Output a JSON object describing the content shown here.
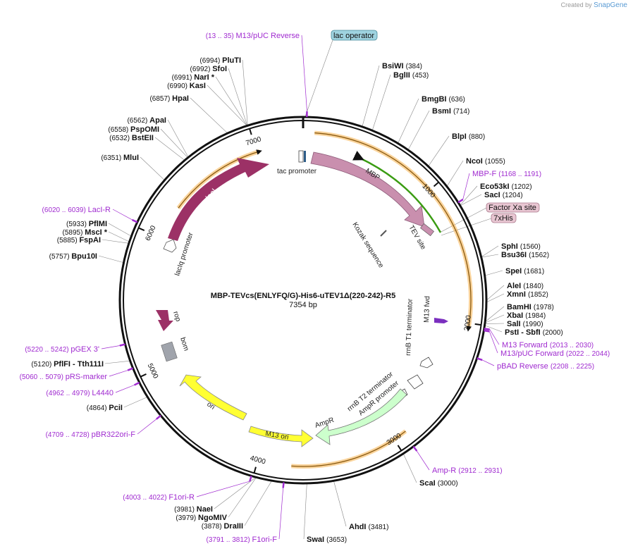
{
  "credit": {
    "prefix": "Created by",
    "brand": "SnapGene"
  },
  "plasmid": {
    "name": "MBP-TEVcs(ENLYFQ/G)-His6-uTEV1Δ(220-242)-R5",
    "length": 7354,
    "length_label": "7354 bp"
  },
  "ticks": [
    1000,
    2000,
    3000,
    4000,
    5000,
    6000,
    7000
  ],
  "sites": [
    {
      "name": "PluTI",
      "pos": "(6994)",
      "loc": 6994
    },
    {
      "name": "SfoI",
      "pos": "(6992)",
      "loc": 6992
    },
    {
      "name": "NarI *",
      "pos": "(6991)",
      "loc": 6991
    },
    {
      "name": "KasI",
      "pos": "(6990)",
      "loc": 6990
    },
    {
      "name": "HpaI",
      "pos": "(6857)",
      "loc": 6857
    },
    {
      "name": "ApaI",
      "pos": "(6562)",
      "loc": 6562
    },
    {
      "name": "PspOMI",
      "pos": "(6558)",
      "loc": 6558
    },
    {
      "name": "BstEII",
      "pos": "(6532)",
      "loc": 6532
    },
    {
      "name": "MluI",
      "pos": "(6351)",
      "loc": 6351
    },
    {
      "name": "PflMI",
      "pos": "(5933)",
      "loc": 5933
    },
    {
      "name": "MscI *",
      "pos": "(5895)",
      "loc": 5895
    },
    {
      "name": "FspAI",
      "pos": "(5885)",
      "loc": 5885
    },
    {
      "name": "Bpu10I",
      "pos": "(5757)",
      "loc": 5757
    },
    {
      "name": "PflFI - Tth111I",
      "pos": "(5120)",
      "loc": 5120
    },
    {
      "name": "PciI",
      "pos": "(4864)",
      "loc": 4864
    },
    {
      "name": "NaeI",
      "pos": "(3981)",
      "loc": 3981
    },
    {
      "name": "NgoMIV",
      "pos": "(3979)",
      "loc": 3979
    },
    {
      "name": "DraIII",
      "pos": "(3878)",
      "loc": 3878
    },
    {
      "name": "SwaI",
      "pos": "(3653)",
      "loc": 3653
    },
    {
      "name": "AhdI",
      "pos": "(3481)",
      "loc": 3481
    },
    {
      "name": "ScaI",
      "pos": "(3000)",
      "loc": 3000
    },
    {
      "name": "BsiWI",
      "pos": "(384)",
      "loc": 384
    },
    {
      "name": "BglII",
      "pos": "(453)",
      "loc": 453
    },
    {
      "name": "BmgBI",
      "pos": "(636)",
      "loc": 636
    },
    {
      "name": "BsmI",
      "pos": "(714)",
      "loc": 714
    },
    {
      "name": "BlpI",
      "pos": "(880)",
      "loc": 880
    },
    {
      "name": "NcoI",
      "pos": "(1055)",
      "loc": 1055
    },
    {
      "name": "Eco53kI",
      "pos": "(1202)",
      "loc": 1202
    },
    {
      "name": "SacI",
      "pos": "(1204)",
      "loc": 1204
    },
    {
      "name": "SphI",
      "pos": "(1560)",
      "loc": 1560
    },
    {
      "name": "Bsu36I",
      "pos": "(1562)",
      "loc": 1562
    },
    {
      "name": "SpeI",
      "pos": "(1681)",
      "loc": 1681
    },
    {
      "name": "AleI",
      "pos": "(1840)",
      "loc": 1840
    },
    {
      "name": "XmnI",
      "pos": "(1852)",
      "loc": 1852
    },
    {
      "name": "BamHI",
      "pos": "(1978)",
      "loc": 1978
    },
    {
      "name": "XbaI",
      "pos": "(1984)",
      "loc": 1984
    },
    {
      "name": "SalI",
      "pos": "(1990)",
      "loc": 1990
    },
    {
      "name": "PstI - SbfI",
      "pos": "(2000)",
      "loc": 2000
    }
  ],
  "primers": [
    {
      "range": "(13 .. 35)",
      "name": "M13/pUC Reverse",
      "loc": 24
    },
    {
      "range": "(1168 .. 1191)",
      "name": "MBP-F",
      "loc": 1180
    },
    {
      "range": "(2013 .. 2030)",
      "name": "M13 Forward",
      "loc": 2021
    },
    {
      "range": "(2022 .. 2044)",
      "name": "M13/pUC Forward",
      "loc": 2033
    },
    {
      "range": "(2208 .. 2225)",
      "name": "pBAD Reverse",
      "loc": 2216
    },
    {
      "range": "(2912 .. 2931)",
      "name": "Amp-R",
      "loc": 2921
    },
    {
      "range": "(3791 .. 3812)",
      "name": "F1ori-F",
      "loc": 3801
    },
    {
      "range": "(4003 .. 4022)",
      "name": "F1ori-R",
      "loc": 4012
    },
    {
      "range": "(4709 .. 4728)",
      "name": "pBR322ori-F",
      "loc": 4718
    },
    {
      "range": "(4962 .. 4979)",
      "name": "L4440",
      "loc": 4970
    },
    {
      "range": "(5060 .. 5079)",
      "name": "pRS-marker",
      "loc": 5070
    },
    {
      "range": "(5220 .. 5242)",
      "name": "pGEX 3'",
      "loc": 5231
    },
    {
      "range": "(6020 .. 6039)",
      "name": "LacI-R",
      "loc": 6030
    }
  ],
  "boxed_features": [
    {
      "name": "lac operator",
      "color": "#9fd3e0"
    },
    {
      "name": "Factor Xa site",
      "color": "#e8c6d2"
    },
    {
      "name": "7xHis",
      "color": "#e8c6d2"
    }
  ],
  "features": [
    {
      "name": "lacI",
      "color": "#9c3166"
    },
    {
      "name": "lacIq promoter",
      "color": "#ffffff"
    },
    {
      "name": "tac promoter",
      "color": "#ffffff"
    },
    {
      "name": "MBP",
      "color": "#c98fae"
    },
    {
      "name": "Kozak sequence",
      "color": "#ffffff"
    },
    {
      "name": "TEV site",
      "color": "#c98fae"
    },
    {
      "name": "rrnB T1 terminator",
      "color": "#ffffff"
    },
    {
      "name": "M13 fwd",
      "color": "#7b2fbf"
    },
    {
      "name": "rrnB T2 terminator",
      "color": "#ffffff"
    },
    {
      "name": "AmpR promoter",
      "color": "#ffffff"
    },
    {
      "name": "AmpR",
      "color": "#ccffcc"
    },
    {
      "name": "M13 ori",
      "color": "#ffff33"
    },
    {
      "name": "ori",
      "color": "#ffff33"
    },
    {
      "name": "bom",
      "color": "#a0a4ac"
    },
    {
      "name": "rop",
      "color": "#9c3166"
    }
  ],
  "colors": {
    "backbone": "#111111",
    "orf_highlight": "#f6b04a",
    "primer": "#a02bd0",
    "green_arc": "#3a9c12"
  }
}
